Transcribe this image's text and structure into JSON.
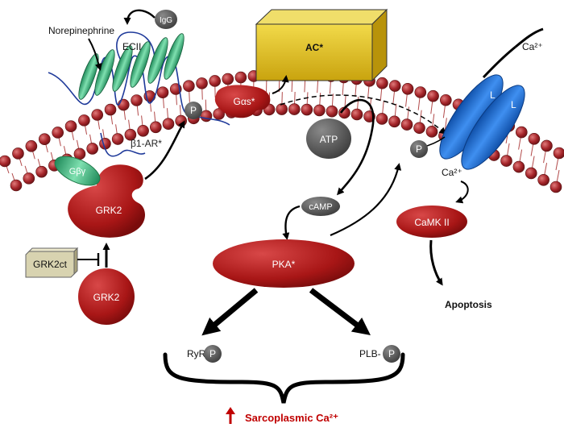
{
  "labels": {
    "norepinephrine": "Norepinephrine",
    "igg": "IgG",
    "ecii": "ECII",
    "ac": "AC*",
    "ca_top": "Ca²⁺",
    "l1": "L",
    "l2": "L",
    "gas": "Gαs*",
    "p_receptor": "P",
    "b1ar": "β1-AR*",
    "atp": "ATP",
    "p_channel": "P",
    "ca_inner": "Ca²⁺",
    "gby": "Gβγ",
    "grk2_bound": "GRK2",
    "camp": "cAMP",
    "camk": "CaMK II",
    "grk2ct": "GRK2ct",
    "pka": "PKA*",
    "apoptosis": "Apoptosis",
    "grk2_free": "GRK2",
    "ryr": "RyR-",
    "ryr_p": "P",
    "plb": "PLB-",
    "plb_p": "P",
    "sarco": "Sarcoplasmic Ca²⁺"
  },
  "colors": {
    "membrane_head": "#a5252a",
    "enzyme_red": "#b01c1c",
    "ac_yellow": "#e3c21c",
    "channel_blue": "#1d6fd0",
    "receptor_green": "#3fc08a",
    "dark_gray": "#555555",
    "inhibitor_beige": "#d8d3b0",
    "accent_red": "#c00000"
  }
}
